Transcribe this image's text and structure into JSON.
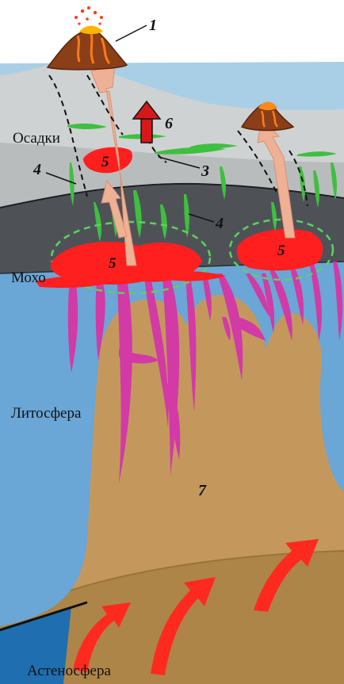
{
  "layers": {
    "sediments": "Осадки",
    "moho": "Мохо",
    "lithosphere": "Литосфера",
    "asthenosphere": "Астеносфера"
  },
  "markers": {
    "m1": "1",
    "m3": "3",
    "m4a": "4",
    "m4b": "4",
    "m5a": "5",
    "m5b": "5",
    "m5c": "5",
    "m6": "6",
    "m7": "7"
  },
  "colors": {
    "sea": "#a9cfe6",
    "sediment_upper": "#cfd2d2",
    "sediment_lower": "#b9bcbd",
    "crust": "#4e5257",
    "lithosphere": "#6aa6d6",
    "asthenosphere": "#c4985d",
    "magma": "#ff1f1f",
    "dike": "#d23aa6",
    "sill": "#3fbf3f",
    "conduit": "#efb195",
    "flow_arrow": "#ff2a1f"
  }
}
